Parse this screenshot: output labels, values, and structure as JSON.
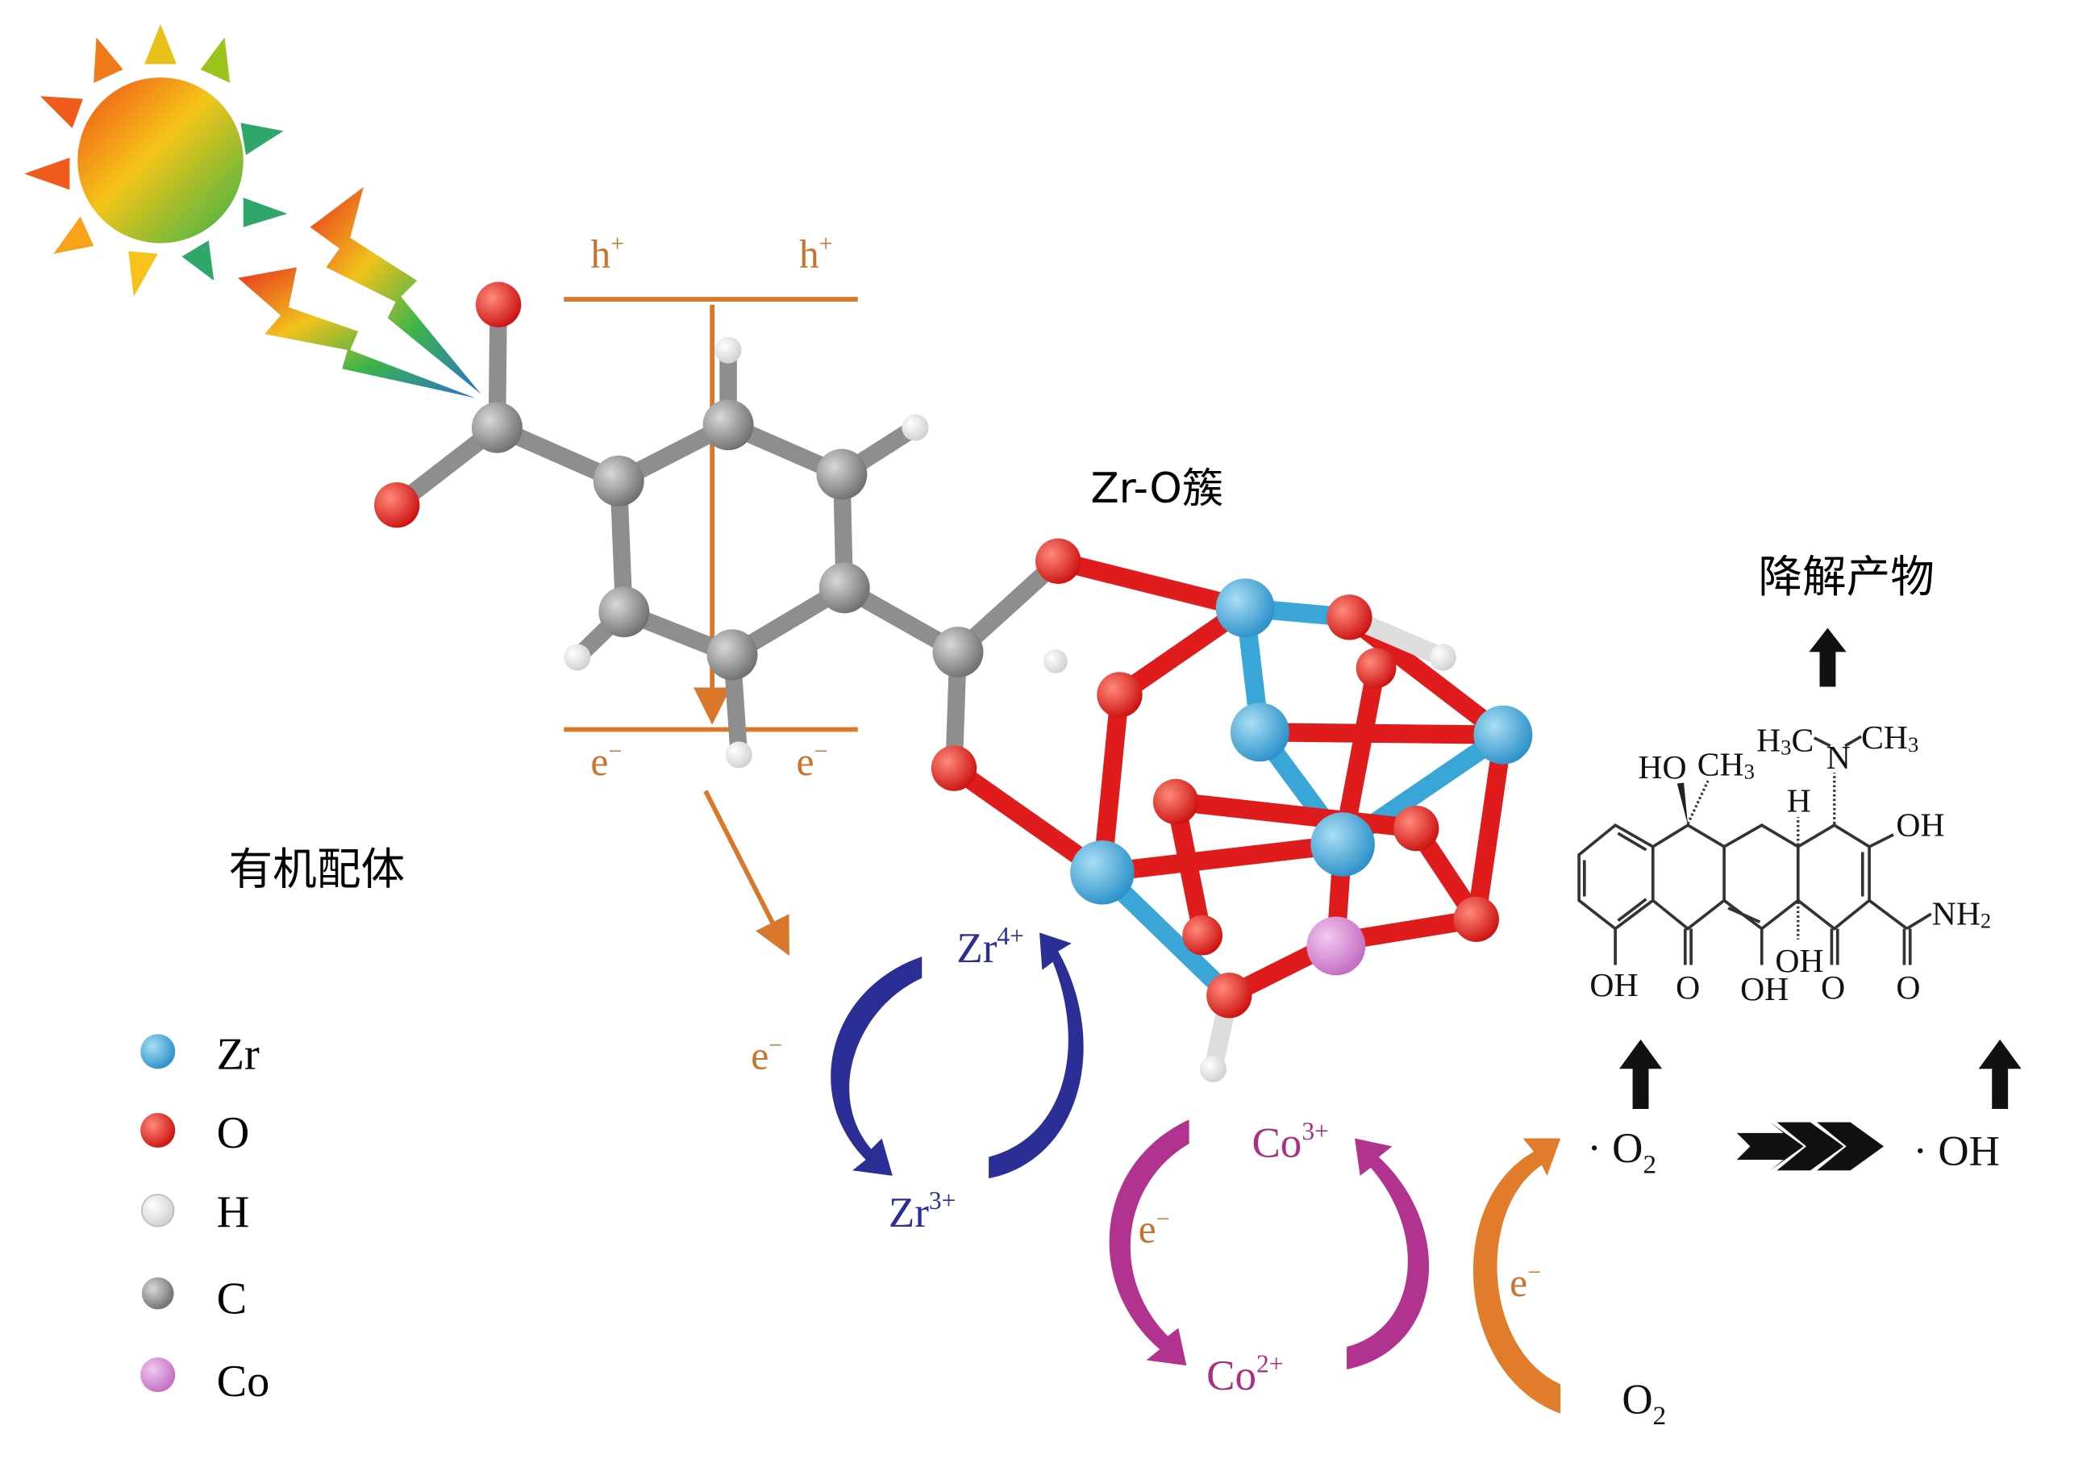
{
  "labels": {
    "cluster": "Zr-O簇",
    "ligand": "有机配体",
    "products": "降解产物",
    "h_plus": "h",
    "plus": "+",
    "e_minus": "e",
    "minus": "−",
    "zr4": "Zr",
    "zr4_sup": "4+",
    "zr3": "Zr",
    "zr3_sup": "3+",
    "co3": "Co",
    "co3_sup": "3+",
    "co2": "Co",
    "co2_sup": "2+",
    "superoxide": "· O",
    "superoxide_sub": "2",
    "hydroxyl": "· OH",
    "oxygen": "O",
    "oxygen_sub": "2"
  },
  "legend": [
    {
      "label": "Zr",
      "color": "#3aa6d8"
    },
    {
      "label": "O",
      "color": "#e01b1b"
    },
    {
      "label": "H",
      "color": "#f4f4f4"
    },
    {
      "label": "C",
      "color": "#8a8a8a"
    },
    {
      "label": "Co",
      "color": "#d98ad6"
    }
  ],
  "tetracycline": {
    "ho": "HO",
    "ch3": "CH",
    "h3c": "H",
    "n": "N",
    "h": "H",
    "oh": "OH",
    "o": "O",
    "nh2": "NH",
    "sub3": "3",
    "sub2": "2"
  },
  "colors": {
    "orange": "#d9772b",
    "blue": "#2b2f95",
    "magenta": "#b2338f",
    "label_orange": "#c9742e"
  }
}
